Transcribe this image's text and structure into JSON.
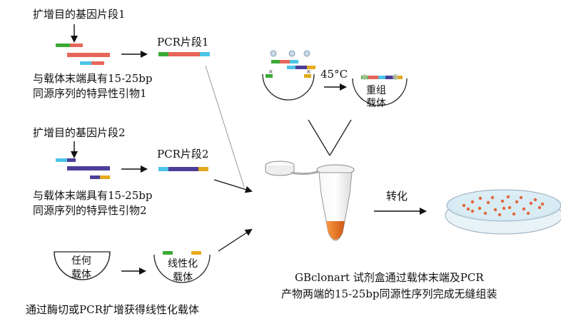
{
  "labels": {
    "amplify_1": "扩增目的基因片段1",
    "pcr_fragment_1": "PCR片段1",
    "primer_1_line1": "与载体末端具有15-25bp",
    "primer_1_line2": "同源序列的特异性引物1",
    "amplify_2": "扩增目的基因片段2",
    "pcr_fragment_2": "PCR片段2",
    "primer_2_line1": "与载体末端具有15-25bp",
    "primer_2_line2": "同源序列的特异性引物2",
    "any_vector_1": "任何",
    "any_vector_2": "载体",
    "linear_vector_1": "线性化",
    "linear_vector_2": "载体",
    "linearize_caption": "通过酶切或PCR扩增获得线性化载体",
    "temperature": "45",
    "temperature_unit": "°C",
    "recombinant_1": "重组",
    "recombinant_2": "载体",
    "transform": "转化",
    "kit_caption_line1": "GBclonart 试剂盒通过载体末端及PCR",
    "kit_caption_line2": "产物两端的15-25bp同源性序列完成无缝组装"
  },
  "colors": {
    "homology_green": "#3aaa35",
    "fragment_1_red": "#e8655a",
    "homology_cyan": "#4cc4e8",
    "fragment_2_purple": "#4b3f99",
    "homology_yellow": "#e5aa1e",
    "liquid_orange": "#e8782a",
    "colony_orange": "#e0663a",
    "arrow": "#111111",
    "vector_outline": "#222222"
  }
}
